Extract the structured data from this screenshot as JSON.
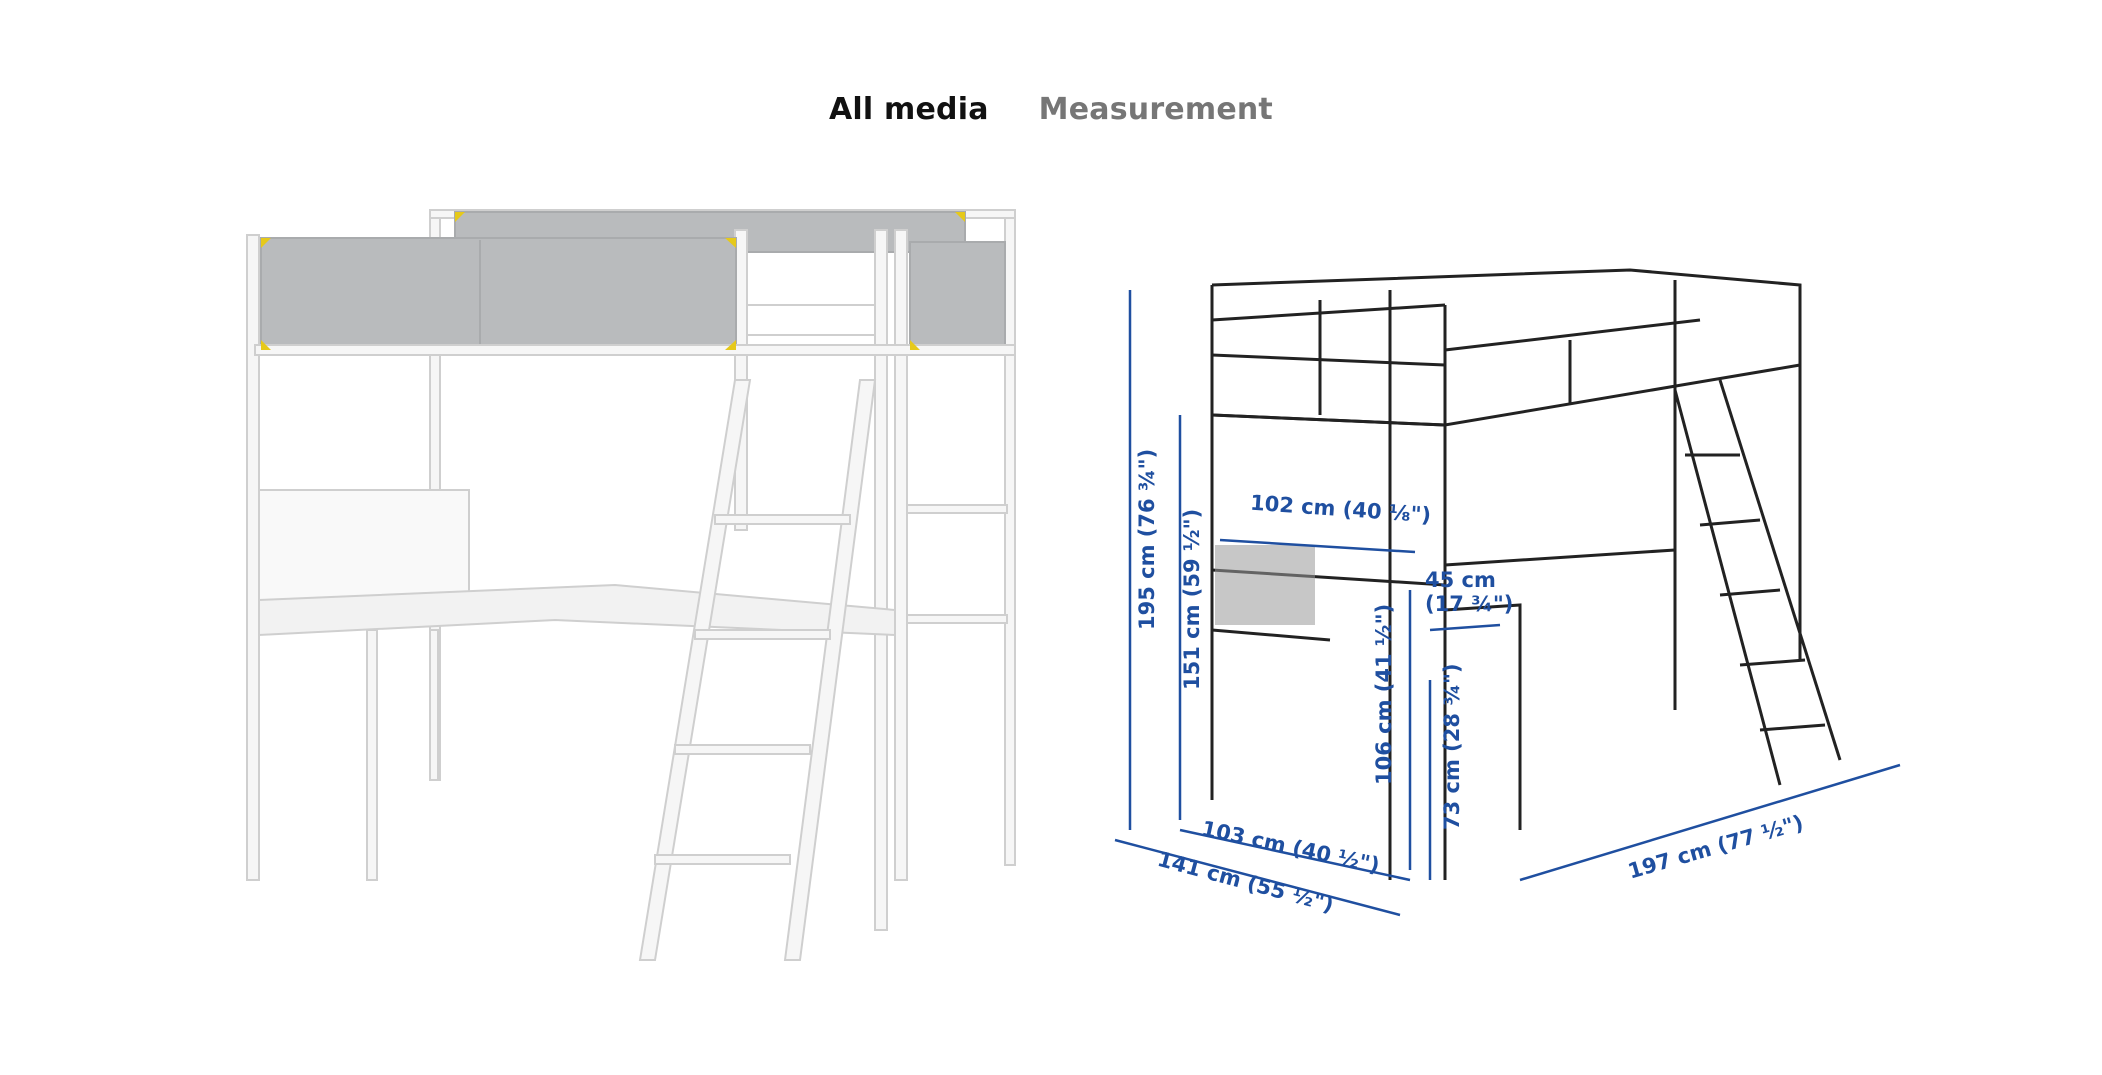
{
  "tabs": [
    {
      "label": "All media",
      "active": true
    },
    {
      "label": "Measurement",
      "active": false
    }
  ],
  "colors": {
    "active_tab": "#111111",
    "inactive_tab": "#767676",
    "dimension_blue": "#1f4fa0",
    "frame_white": "#f4f4f4",
    "fabric_grey": "#b9bbbd",
    "accent_yellow": "#e6c91a"
  },
  "measurements": {
    "total_height": "195 cm (76 ¾\")",
    "underbed_height": "151 cm (59 ½\")",
    "desk_width": "102 cm (40 ⅛\")",
    "desk_depth": "45 cm\n(17 ¾\")",
    "ladder_clearance": "106 cm (41 ½\")",
    "desk_height": "73 cm (28 ¾\")",
    "depth_inner": "103 cm (40 ½\")",
    "depth_total": "141 cm (55 ½\")",
    "length": "197 cm (77 ½\")"
  }
}
